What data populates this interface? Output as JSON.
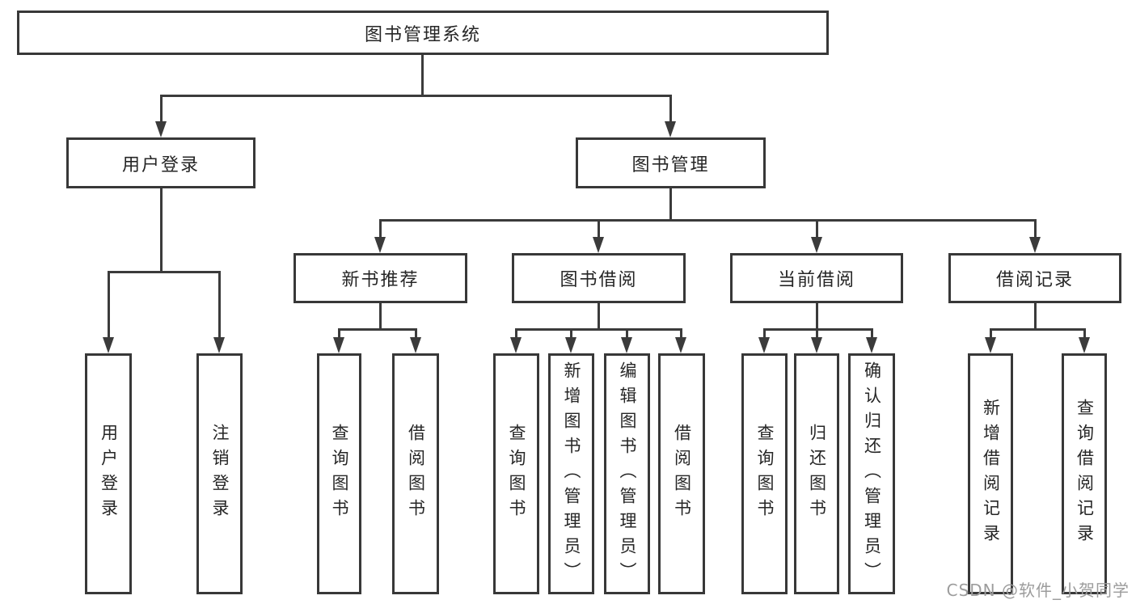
{
  "diagram": {
    "root": "图书管理系统",
    "level2": [
      "用户登录",
      "图书管理"
    ],
    "level3": [
      "新书推荐",
      "图书借阅",
      "当前借阅",
      "借阅记录"
    ],
    "leaves": {
      "user_login": [
        "用户登录",
        "注销登录"
      ],
      "new_book_recommend": [
        "查询图书",
        "借阅图书"
      ],
      "book_borrowing": [
        "查询图书",
        "新增图书（管理员）",
        "编辑图书（管理员）",
        "借阅图书"
      ],
      "current_borrowing": [
        "查询图书",
        "归还图书",
        "确认归还（管理员）"
      ],
      "borrowing_records": [
        "新增借阅记录",
        "查询借阅记录"
      ]
    }
  },
  "watermark": "CSDN @软件_小贺同学",
  "colors": {
    "line": "#3b3b3b",
    "text": "#262626",
    "watermark": "#9c9c9c"
  }
}
